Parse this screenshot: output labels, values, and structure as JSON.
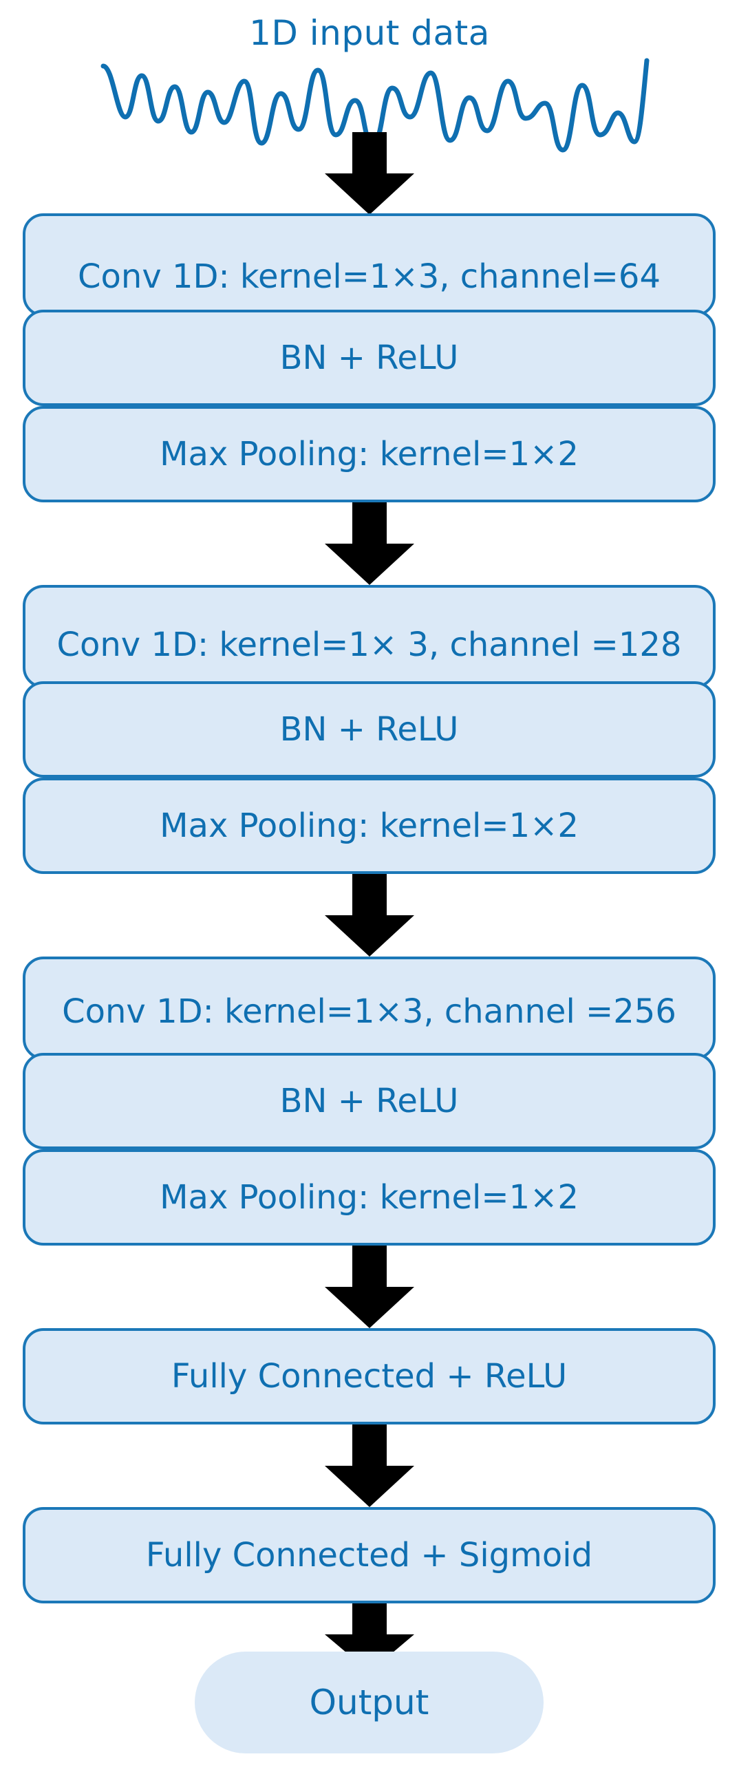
{
  "diagram": {
    "input_label": "1D input data",
    "blocks": [
      {
        "layers": [
          "Conv 1D: kernel=1×3, channel=64",
          "BN + ReLU",
          "Max Pooling: kernel=1×2"
        ]
      },
      {
        "layers": [
          "Conv 1D: kernel=1× 3, channel =128",
          "BN + ReLU",
          "Max Pooling: kernel=1×2"
        ]
      },
      {
        "layers": [
          "Conv 1D: kernel=1×3, channel =256",
          "BN + ReLU",
          "Max Pooling: kernel=1×2"
        ]
      }
    ],
    "fc1_label": "Fully Connected + ReLU",
    "fc2_label": "Fully Connected + Sigmoid",
    "output_label": "Output"
  },
  "colors": {
    "text": "#0f6fb1",
    "box_fill": "#dbe9f7",
    "box_border": "#1b78b8",
    "arrow": "#000000",
    "signal": "#0f6fb1"
  }
}
